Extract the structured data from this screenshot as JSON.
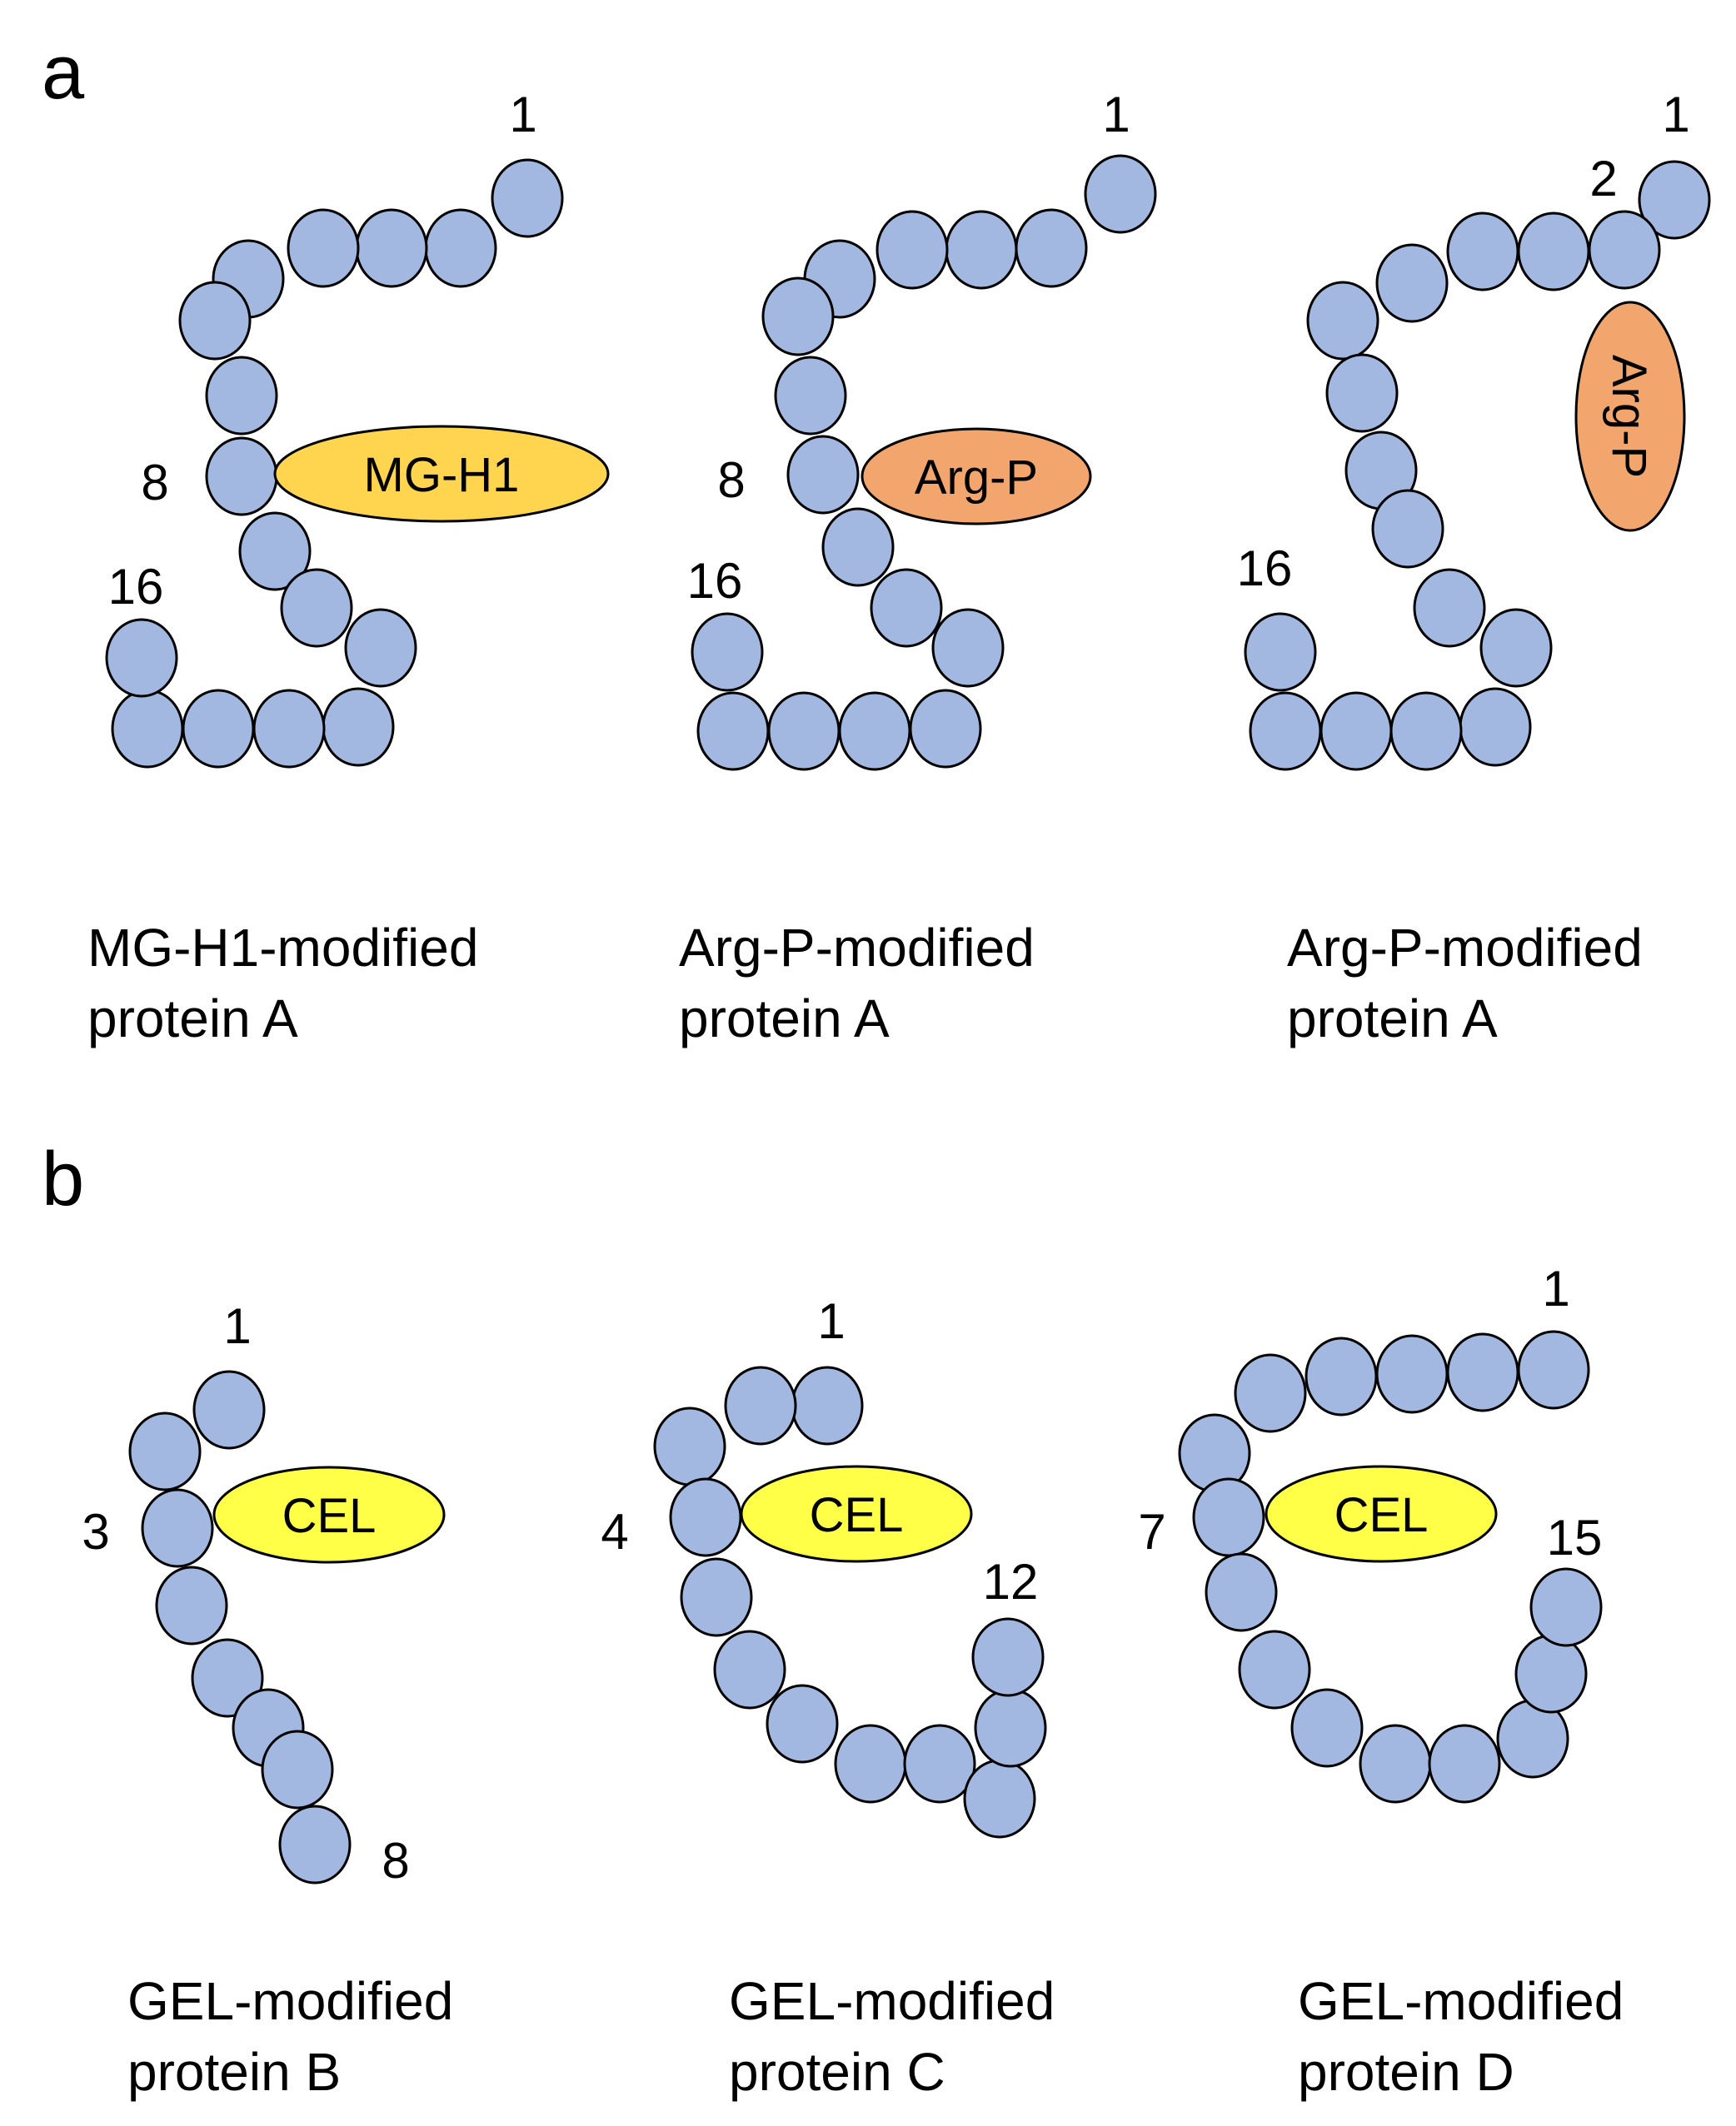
{
  "colors": {
    "bead_fill": "#A2B8E0",
    "bead_stroke": "#000000",
    "mg_h1_fill": "#FFD54F",
    "arg_p_fill": "#F2A66E",
    "cel_fill": "#FFFF47"
  },
  "panels": {
    "a": {
      "letter": "a",
      "diagrams": [
        {
          "numbers": [
            "1",
            "8",
            "16"
          ],
          "modification": "MG-H1",
          "caption_line1": "MG-H1-modified",
          "caption_line2": "protein A"
        },
        {
          "numbers": [
            "1",
            "8",
            "16"
          ],
          "modification": "Arg-P",
          "caption_line1": "Arg-P-modified",
          "caption_line2": "protein A"
        },
        {
          "numbers": [
            "1",
            "2",
            "16"
          ],
          "modification": "Arg-P",
          "caption_line1": "Arg-P-modified",
          "caption_line2": "protein A"
        }
      ]
    },
    "b": {
      "letter": "b",
      "diagrams": [
        {
          "numbers": [
            "1",
            "3",
            "8"
          ],
          "modification": "CEL",
          "caption_line1": "GEL-modified",
          "caption_line2": "protein B"
        },
        {
          "numbers": [
            "1",
            "4",
            "12"
          ],
          "modification": "CEL",
          "caption_line1": "GEL-modified",
          "caption_line2": "protein C"
        },
        {
          "numbers": [
            "1",
            "7",
            "15"
          ],
          "modification": "CEL",
          "caption_line1": "GEL-modified",
          "caption_line2": "protein D"
        }
      ]
    }
  }
}
